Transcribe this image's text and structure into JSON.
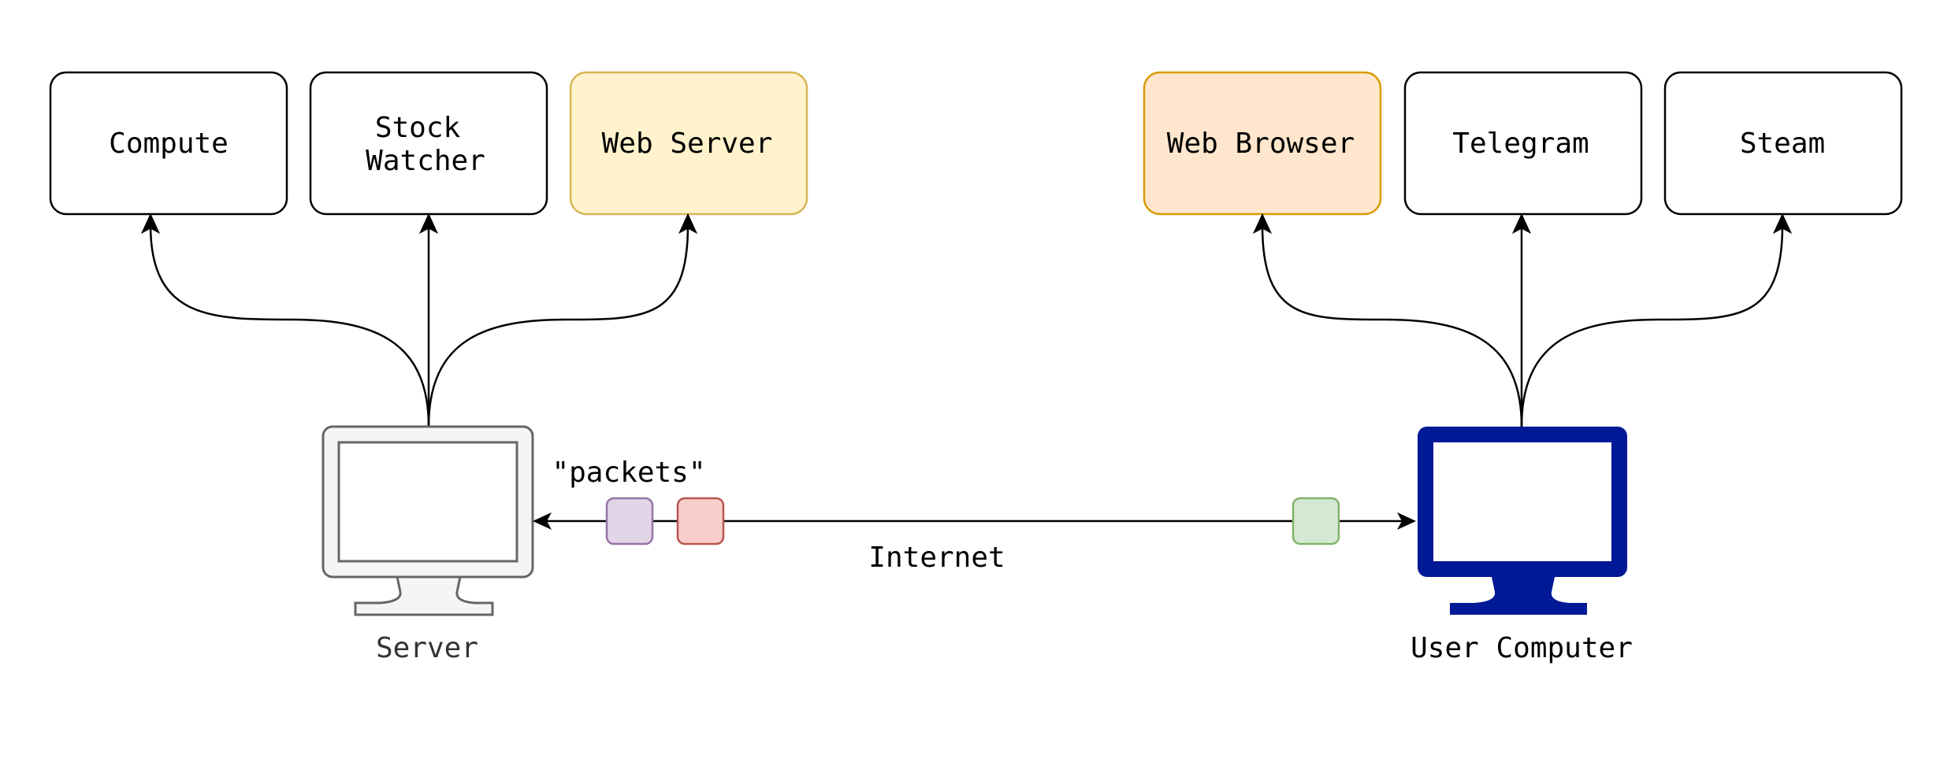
{
  "server_group": {
    "boxes": [
      {
        "id": "compute",
        "lines": [
          "Compute"
        ],
        "fill": "#ffffff",
        "stroke": "#000000"
      },
      {
        "id": "stock-watcher",
        "lines": [
          "Stock",
          "Watcher"
        ],
        "fill": "#ffffff",
        "stroke": "#000000"
      },
      {
        "id": "web-server",
        "lines": [
          "Web Server"
        ],
        "fill": "#fff2cc",
        "stroke": "#d6b656"
      }
    ],
    "computer_label": "Server",
    "computer_color": "#666666",
    "computer_fill": "#f5f5f5"
  },
  "user_group": {
    "boxes": [
      {
        "id": "web-browser",
        "lines": [
          "Web Browser"
        ],
        "fill": "#ffe6cc",
        "stroke": "#d79b00"
      },
      {
        "id": "telegram",
        "lines": [
          "Telegram"
        ],
        "fill": "#ffffff",
        "stroke": "#000000"
      },
      {
        "id": "steam",
        "lines": [
          "Steam"
        ],
        "fill": "#ffffff",
        "stroke": "#000000"
      }
    ],
    "computer_label": "User Computer",
    "computer_color": "#001996"
  },
  "link": {
    "label": "Internet",
    "packets_label": "\"packets\"",
    "packets": [
      {
        "id": "packet-purple",
        "fill": "#e1d5e7",
        "stroke": "#9673a6"
      },
      {
        "id": "packet-red",
        "fill": "#f8cecc",
        "stroke": "#b85450"
      },
      {
        "id": "packet-green",
        "fill": "#d5e8d4",
        "stroke": "#82b366"
      }
    ]
  }
}
